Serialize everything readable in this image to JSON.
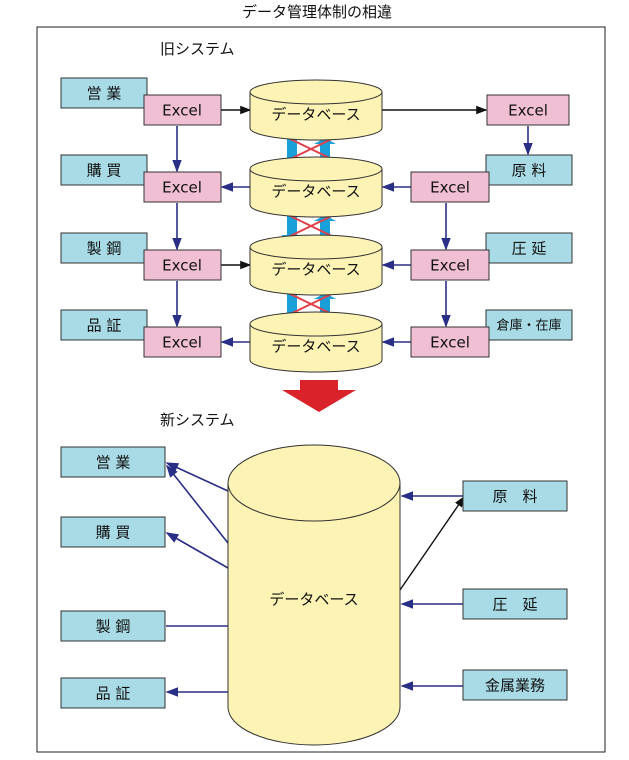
{
  "title": "データ管理体制の相違",
  "old_system": {
    "heading": "旧システム",
    "left_depts": [
      "営 業",
      "購 買",
      "製 鋼",
      "品 証"
    ],
    "right_depts": [
      "原 料",
      "圧 延",
      "倉庫・在庫"
    ],
    "excel_label": "Excel",
    "database_label": "データベース"
  },
  "new_system": {
    "heading": "新システム",
    "left_depts": [
      "営 業",
      "購 買",
      "製 鋼",
      "品 証"
    ],
    "right_depts": [
      "原　料",
      "圧　延",
      "金属業務"
    ],
    "database_label": "データベース"
  },
  "colors": {
    "dept": "#a9dbe6",
    "excel": "#f0bfd3",
    "database": "#fdf3b4",
    "arrow": "#2a2f86",
    "cross": "#e0404a",
    "sync": "#1aa0d8",
    "transition": "#d9222a"
  }
}
